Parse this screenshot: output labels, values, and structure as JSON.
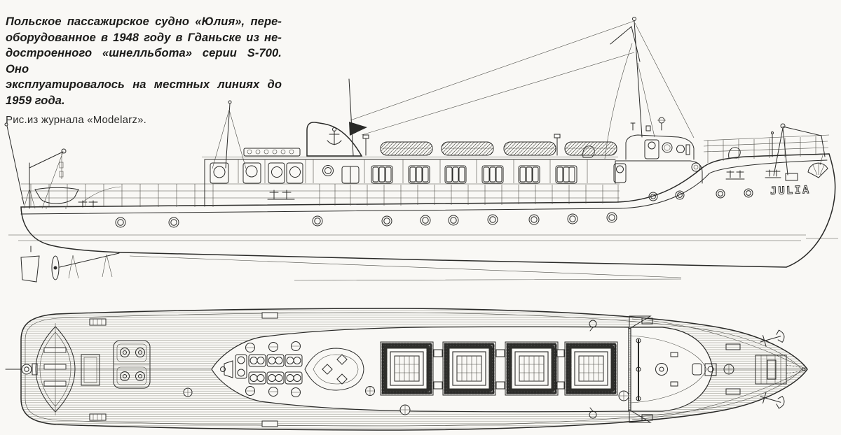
{
  "page": {
    "paper_color": "#f9f8f5",
    "ink_color": "#2a2a28",
    "description": "Scanned two-view technical drawing of a ship: side elevation above, deck plan below"
  },
  "caption": {
    "lines": [
      "Польское пассажирское судно «Юлия», пере-",
      "оборудованное в 1948 году в Гданьске из не-",
      "достроенного «шнелльбота» серии S-700. Оно",
      "эксплуатировалось на местных линиях до",
      "1959 года."
    ]
  },
  "credit": "Рис.из журнала «Modelarz».",
  "ship": {
    "hull_name": "JULIA"
  }
}
